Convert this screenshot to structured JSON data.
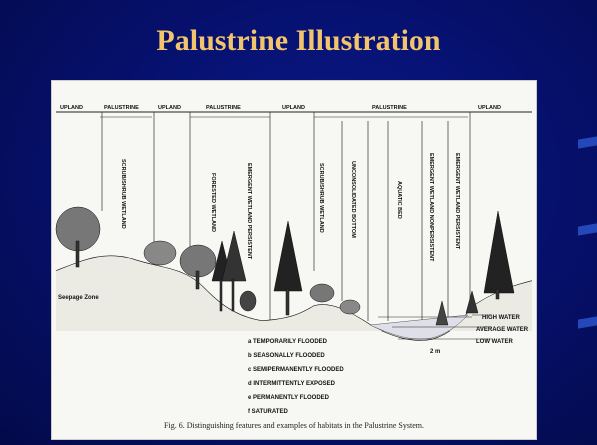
{
  "slide": {
    "title": "Palustrine Illustration"
  },
  "diagram": {
    "top_labels": [
      "UPLAND",
      "PALUSTRINE",
      "UPLAND",
      "PALUSTRINE",
      "UPLAND",
      "PALUSTRINE",
      "UPLAND"
    ],
    "habitat_labels": [
      "SCRUB/SHRUB WETLAND",
      "FORESTED WETLAND",
      "EMERGENT WETLAND PERSISTENT",
      "SCRUB/SHRUB WETLAND",
      "UNCONSOLIDATED BOTTOM",
      "AQUATIC BED",
      "EMERGENT WETLAND NONPERSISTENT",
      "EMERGENT WETLAND PERSISTENT"
    ],
    "seepage_label": "Seepage Zone",
    "water_levels": [
      "HIGH WATER",
      "AVERAGE WATER",
      "LOW WATER"
    ],
    "depth_label": "2 m",
    "legend": [
      "a TEMPORARILY FLOODED",
      "b SEASONALLY FLOODED",
      "c SEMIPERMANENTLY FLOODED",
      "d INTERMITTENTLY EXPOSED",
      "e PERMANENTLY FLOODED",
      "f SATURATED"
    ],
    "caption": "Fig. 6. Distinguishing features and examples of habitats in the Palustrine System."
  }
}
